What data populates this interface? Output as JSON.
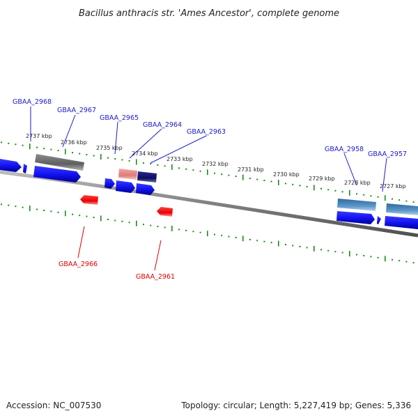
{
  "title": "Bacillus anthracis str. 'Ames Ancestor', complete genome",
  "footer": {
    "accession": "Accession: NC_007530",
    "summary": "Topology: circular; Length: 5,227,419 bp; Genes: 5,336"
  },
  "colors": {
    "forward_label": "#1a1acc",
    "reverse_label": "#dd0000",
    "backbone": "#8a8a8a",
    "tick": "#1a8a1a"
  },
  "kbp_ticks": [
    "2737 kbp",
    "2736 kbp",
    "2735 kbp",
    "2734 kbp",
    "2733 kbp",
    "2732 kbp",
    "2731 kbp",
    "2730 kbp",
    "2729 kbp",
    "2728 kbp",
    "2727 kbp"
  ],
  "forward_labels": [
    "GBAA_2968",
    "GBAA_2967",
    "GBAA_2965",
    "GBAA_2964",
    "GBAA_2963",
    "GBAA_2958",
    "GBAA_2957"
  ],
  "reverse_labels": [
    "GBAA_2966",
    "GBAA_2961"
  ],
  "gene_colors": {
    "cds": "#1010ee",
    "gray": "#6b6b6b",
    "pink": "#e98a8a",
    "navy": "#101070",
    "steel": "#4a82b4",
    "red": "#ee1111"
  }
}
